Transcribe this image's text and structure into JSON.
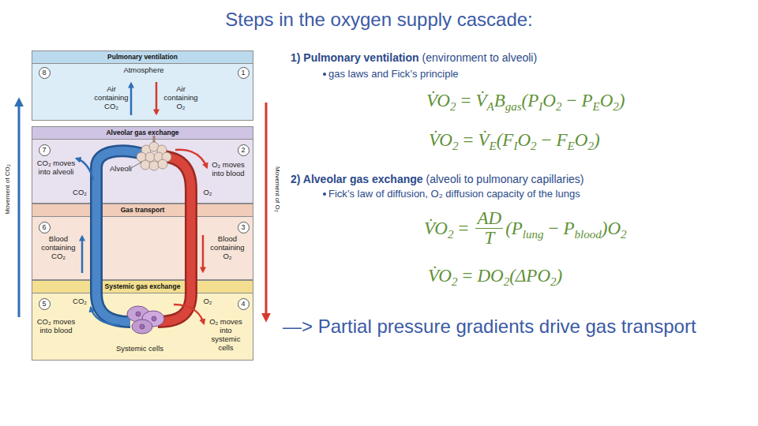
{
  "diagram": {
    "title": "Steps in the oxygen supply cascade:",
    "nodes": [
      {
        "text": [
          "Pulmonary ventilation",
          "Atmosphere",
          "Air containing CO₂",
          "Air containing O₂"
        ]
      },
      {
        "text": [
          "Alveolar gas exchange",
          "CO₂ moves into alveoli",
          "Alveoli",
          "O₂ moves into blood",
          "CO₂",
          "O₂"
        ]
      },
      {
        "text": [
          "Gas transport",
          "Blood containing CO₂",
          "Blood containing O₂"
        ]
      },
      {
        "text": [
          "Systemic gas exchange",
          "CO₂",
          "O₂",
          "CO₂ moves into blood",
          "O₂ moves into systemic cells",
          "Systemic cells"
        ]
      }
    ],
    "labels": [
      "Movement of CO₂",
      "Movement of O₂",
      "8",
      "1",
      "7",
      "2",
      "6",
      "3",
      "5",
      "4",
      "1) Pulmonary ventilation",
      "(environment to alveoli)",
      "gas laws and Fick’s principle",
      "V̇O",
      "2",
      "=",
      "V̇",
      "A",
      "B",
      "gas",
      "(P",
      "I",
      "O",
      "2",
      "−",
      "P",
      "E",
      "O",
      "2",
      ")",
      "V̇O",
      "2",
      "=",
      "V̇",
      "E",
      "(F",
      "I",
      "O",
      "2",
      "−",
      "F",
      "E",
      "O",
      "2",
      ")",
      "2) Alveolar gas exchange",
      "(alveoli to pulmonary capillaries)",
      "Fick’s law of diffusion, O₂ diffusion capacity of the lungs",
      "V̇O",
      "2",
      "=",
      "AD",
      "T",
      "(P",
      "lung",
      "−",
      "P",
      "blood",
      ")O",
      "2",
      "V̇O",
      "2",
      "=",
      "DO",
      "2",
      "(ΔPO",
      "2",
      ")",
      "—> Partial pressure gradients drive gas transport"
    ]
  }
}
